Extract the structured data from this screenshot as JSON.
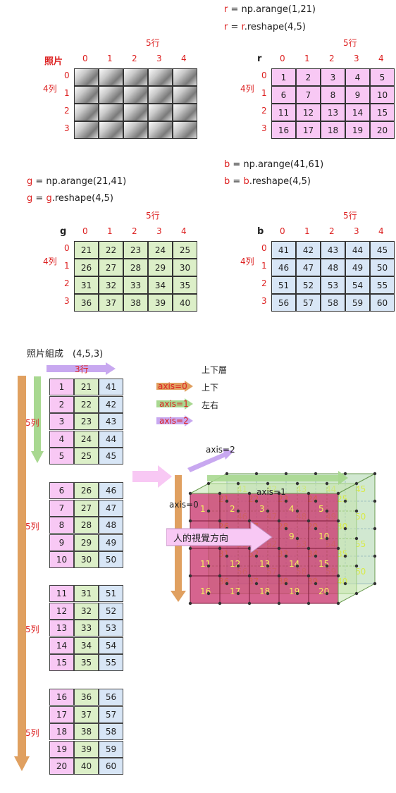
{
  "code": {
    "r1": {
      "var": "r",
      "rest": " = np.arange(1,21)"
    },
    "r2": {
      "var": "r",
      "mid": " = ",
      "var2": "r",
      "rest": ".reshape(4,5)"
    },
    "b1": {
      "var": "b",
      "rest": " = np.arange(41,61)"
    },
    "b2": {
      "var": "b",
      "mid": " = ",
      "var2": "b",
      "rest": ".reshape(4,5)"
    },
    "g1": {
      "var": "g",
      "rest": " = np.arange(21,41)"
    },
    "g2": {
      "var": "g",
      "mid": " = ",
      "var2": "g",
      "rest": ".reshape(4,5)"
    }
  },
  "labels": {
    "cols": "5行",
    "rows": "4列",
    "photo_name": "照片",
    "r_name": "r",
    "g_name": "g",
    "b_name": "b",
    "col_idx": [
      "0",
      "1",
      "2",
      "3",
      "4"
    ],
    "row_idx": [
      "0",
      "1",
      "2",
      "3"
    ],
    "photo_title": "照片組成　(4,5,3)",
    "three_cols": "3行",
    "five_rows": "5列",
    "layer_label": "上下層",
    "axis0": "axis=0",
    "axis0_desc": "上下",
    "axis1": "axis=1",
    "axis1_desc": "左右",
    "axis2": "axis=2",
    "view_dir": "人的視覺方向"
  },
  "r_values": [
    [
      1,
      2,
      3,
      4,
      5
    ],
    [
      6,
      7,
      8,
      9,
      10
    ],
    [
      11,
      12,
      13,
      14,
      15
    ],
    [
      16,
      17,
      18,
      19,
      20
    ]
  ],
  "g_values": [
    [
      21,
      22,
      23,
      24,
      25
    ],
    [
      26,
      27,
      28,
      29,
      30
    ],
    [
      31,
      32,
      33,
      34,
      35
    ],
    [
      36,
      37,
      38,
      39,
      40
    ]
  ],
  "b_values": [
    [
      41,
      42,
      43,
      44,
      45
    ],
    [
      46,
      47,
      48,
      49,
      50
    ],
    [
      51,
      52,
      53,
      54,
      55
    ],
    [
      56,
      57,
      58,
      59,
      60
    ]
  ],
  "colors": {
    "r": "#f8c8f4",
    "g": "#dcefc8",
    "b": "#d8e6f6",
    "axis0": "#e0a060",
    "axis1": "#a8d890",
    "axis2": "#c8a8f0",
    "red": "#dd2222"
  }
}
